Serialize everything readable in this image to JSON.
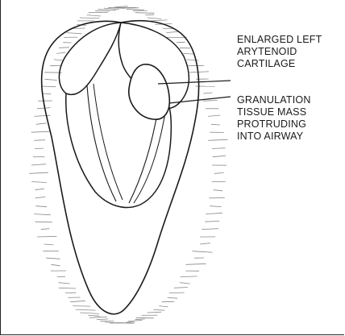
{
  "labels": {
    "arytenoid": [
      "ENLARGED LEFT",
      "ARYTENOID",
      "CARTILAGE"
    ],
    "granulation": [
      "GRANULATION",
      "TISSUE MASS",
      "PROTRUDING",
      "INTO AIRWAY"
    ]
  },
  "colors": {
    "ink": "#1a1a1a",
    "hatch": "#8a8a8a"
  }
}
